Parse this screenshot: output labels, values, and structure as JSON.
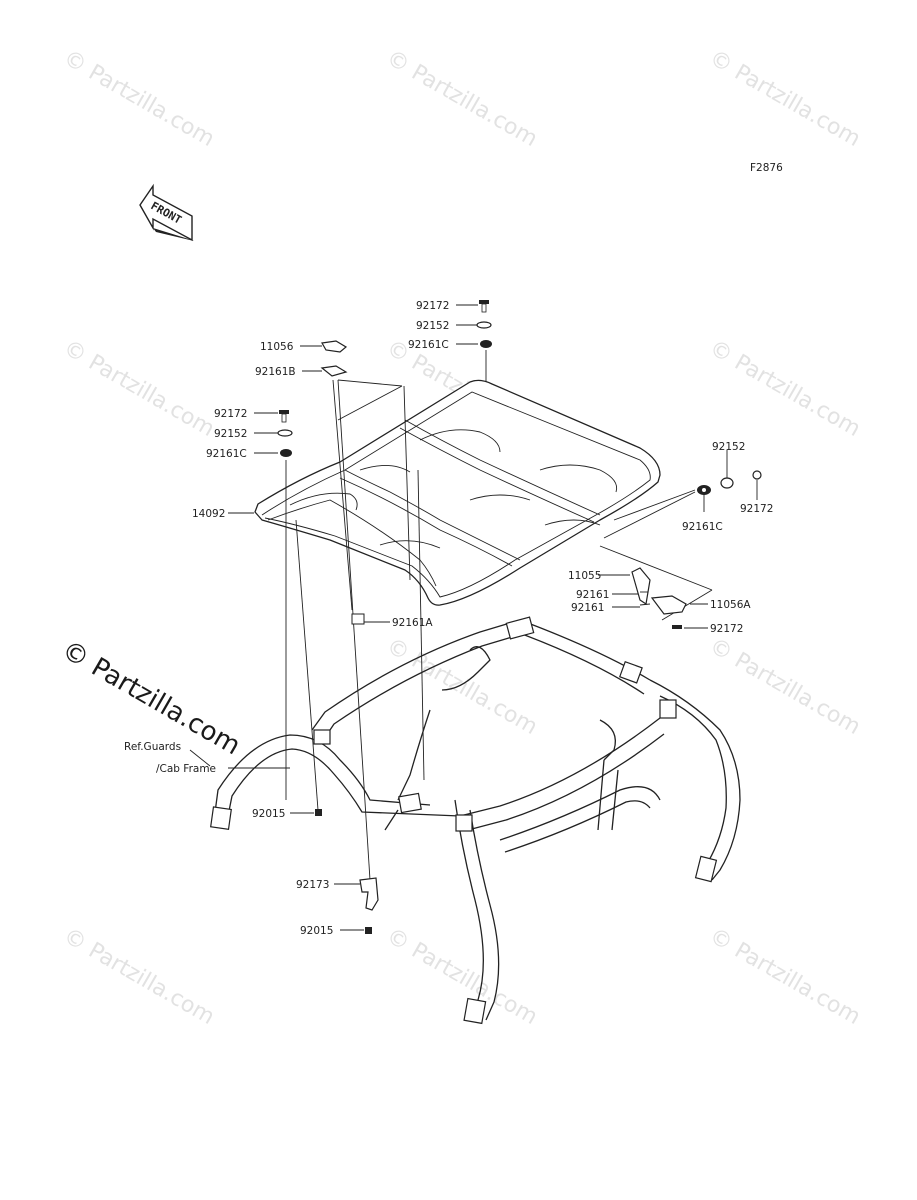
{
  "diagram_code": "F2876",
  "front_arrow_label": "FRONT",
  "watermark_text": "© Partzilla.com",
  "watermark_large_text": "© Partzilla.com",
  "ref_note": [
    "Ref.Guards",
    "/Cab Frame"
  ],
  "labels": {
    "p11056": "11056",
    "p92161b": "92161B",
    "p92172_top": "92172",
    "p92152_top": "92152",
    "p92161c_top": "92161C",
    "p92172_left": "92172",
    "p92152_left": "92152",
    "p92161c_left": "92161C",
    "p14092": "14092",
    "p92152_right": "92152",
    "p92172_right": "92172",
    "p92161c_right": "92161C",
    "p11055": "11055",
    "p92161_a": "92161",
    "p92161_b": "92161",
    "p11056a": "11056A",
    "p92172_bracket": "92172",
    "p92161a": "92161A",
    "p92015_top": "92015",
    "p92173": "92173",
    "p92015_bottom": "92015"
  }
}
